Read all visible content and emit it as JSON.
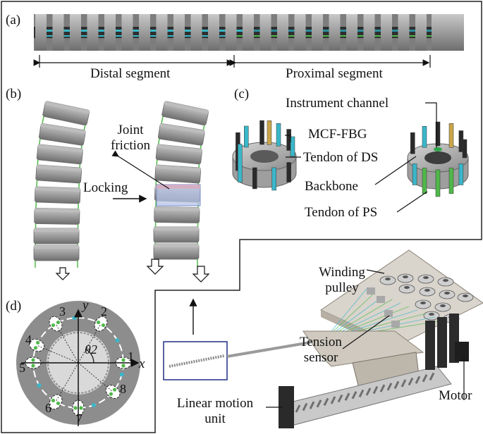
{
  "panels": {
    "a": "(a)",
    "b": "(b)",
    "c": "(c)",
    "d": "(d)"
  },
  "panel_a": {
    "distal_segment": "Distal segment",
    "proximal_segment": "Proximal segment"
  },
  "panel_b": {
    "joint_friction": "Joint friction",
    "locking": "Locking"
  },
  "panel_c": {
    "instrument_channel": "Instrument channel",
    "mcf_fbg": "MCF-FBG",
    "tendon_ds": "Tendon of DS",
    "backbone": "Backbone",
    "tendon_ps": "Tendon of PS"
  },
  "panel_d": {
    "axis_x": "x",
    "axis_y": "y",
    "angle": "θ2",
    "hole_numbers": [
      "1",
      "2",
      "3",
      "4",
      "5",
      "6",
      "7",
      "8"
    ]
  },
  "system": {
    "winding_pulley": "Winding pulley",
    "tension_sensor": "Tension sensor",
    "motor": "Motor",
    "linear_motion_unit": "Linear motion unit"
  },
  "colors": {
    "frame": "#222222",
    "link_gray": "#9a9a9a",
    "tendon_cyan": "#3ab7c9",
    "tendon_green": "#4fb84a",
    "friction_blue": "#b8c4e8",
    "inset_box": "#2b3a8c"
  }
}
